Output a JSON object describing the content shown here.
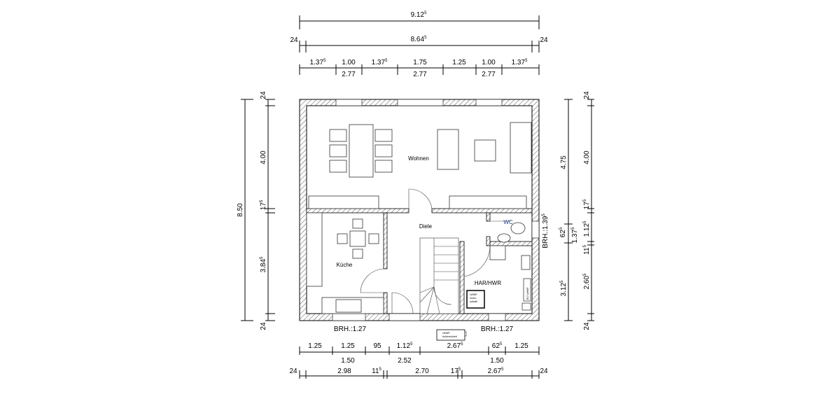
{
  "colors": {
    "lines": "#000000",
    "walls_hatch": "#555555",
    "wc_label": "#1a3a8a"
  },
  "top_dims": {
    "overall": {
      "main": "9.12",
      "sup": "5"
    },
    "inner": {
      "main": "8.64",
      "sup": "5"
    },
    "wall_left": "24",
    "wall_right": "24",
    "openings": [
      {
        "main": "1.37",
        "sup": "5"
      },
      {
        "main": "1.00",
        "sup": ""
      },
      {
        "main": "1.37",
        "sup": "5"
      },
      {
        "main": "1.75",
        "sup": ""
      },
      {
        "main": "1.25",
        "sup": ""
      },
      {
        "main": "1.00",
        "sup": ""
      },
      {
        "main": "1.37",
        "sup": "5"
      }
    ],
    "heights": [
      "2.77",
      "2.77",
      "2.77"
    ]
  },
  "bottom_dims": {
    "openings": [
      {
        "main": "1.25",
        "sup": ""
      },
      {
        "main": "1.25",
        "sup": ""
      },
      {
        "main": "95",
        "sup": ""
      },
      {
        "main": "1.12",
        "sup": "5"
      },
      {
        "main": "2.67",
        "sup": "5"
      },
      {
        "main": "62",
        "sup": "5"
      },
      {
        "main": "1.25",
        "sup": ""
      }
    ],
    "heights": [
      "1.50",
      "2.52",
      "1.50"
    ],
    "rooms": [
      {
        "main": "24",
        "sup": ""
      },
      {
        "main": "2.98",
        "sup": ""
      },
      {
        "main": "11",
        "sup": "5"
      },
      {
        "main": "2.70",
        "sup": ""
      },
      {
        "main": "17",
        "sup": "5"
      },
      {
        "main": "2.67",
        "sup": "5"
      },
      {
        "main": "24",
        "sup": ""
      }
    ]
  },
  "left_dims": {
    "overall": "8.50",
    "segments": [
      {
        "main": "24",
        "sup": ""
      },
      {
        "main": "4.00",
        "sup": ""
      },
      {
        "main": "17",
        "sup": "5"
      },
      {
        "main": "3.84",
        "sup": "5"
      },
      {
        "main": "24",
        "sup": ""
      }
    ]
  },
  "right_dims": {
    "outer": [
      {
        "main": "4.75",
        "sup": ""
      },
      {
        "main": "62",
        "sup": "5"
      },
      {
        "main": "1.37",
        "sup": "5"
      },
      {
        "main": "3.12",
        "sup": "5"
      }
    ],
    "segments": [
      {
        "main": "24",
        "sup": ""
      },
      {
        "main": "4.00",
        "sup": ""
      },
      {
        "main": "17",
        "sup": "5"
      },
      {
        "main": "1.12",
        "sup": "5"
      },
      {
        "main": "11",
        "sup": "5"
      },
      {
        "main": "2.60",
        "sup": "5"
      },
      {
        "main": "24",
        "sup": ""
      }
    ]
  },
  "annotations": {
    "brh_bottom_left": "BRH.:1.27",
    "brh_bottom_right": "BRH.:1.27",
    "brh_right": {
      "main": "BRH.:1.39",
      "sup": "5"
    },
    "lwwp_outdoor": [
      "LWWP",
      "Außeneinheit"
    ],
    "lwwp_indoor": [
      "LWWP",
      "Innen-",
      "aufstell"
    ],
    "elt_lwwp": "ELT LWWP"
  },
  "rooms": {
    "wohnen": "Wohnen",
    "diele": "Diele",
    "wc": "WC",
    "kueche": "Küche",
    "har": "HAR/HWR"
  }
}
